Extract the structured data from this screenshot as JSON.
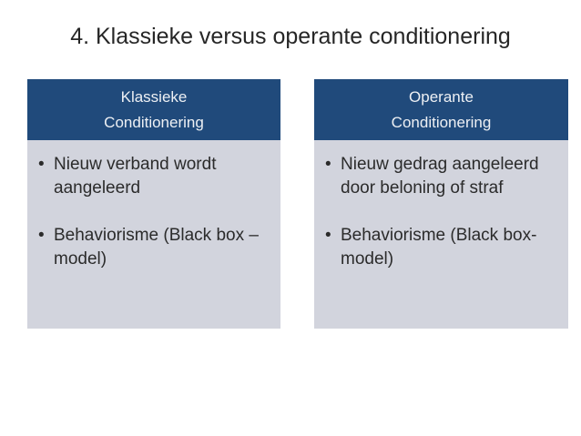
{
  "slide": {
    "title": "4. Klassieke versus operante conditionering",
    "bullet_glyph": "•"
  },
  "colors": {
    "slide_bg": "#FFFFFF",
    "title_text": "#262626",
    "header_bg": "#204A7B",
    "header_text": "#EDF0F4",
    "body_bg": "#D2D4DD",
    "body_text": "#2B2B2B"
  },
  "tables": [
    {
      "id": "klassieke-conditionering",
      "header_lines": [
        "Klassieke",
        "Conditionering"
      ],
      "bullets": [
        {
          "lines": [
            "Nieuw verband wordt",
            "aangeleerd"
          ]
        },
        {
          "lines": [
            "Behaviorisme (Black box –",
            "model)"
          ]
        }
      ]
    },
    {
      "id": "operante-conditionering",
      "header_lines": [
        "Operante",
        "Conditionering"
      ],
      "bullets": [
        {
          "lines": [
            "Nieuw gedrag aangeleerd",
            "door beloning of straf"
          ]
        },
        {
          "lines": [
            "Behaviorisme (Black box-",
            "model)"
          ]
        }
      ]
    }
  ]
}
